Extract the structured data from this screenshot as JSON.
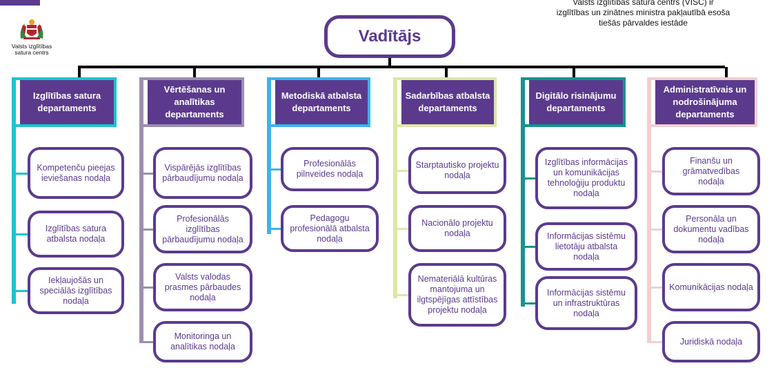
{
  "header": {
    "logo_text_line1": "Valsts izglītības",
    "logo_text_line2": "satura centrs",
    "note_line1": "Valsts izglītības satura centrs (VISC) ir",
    "note_line2": "izglītības un zinātnes ministra pakļautībā esoša",
    "note_line3": "tiešās pārvaldes iestāde"
  },
  "root": {
    "label": "Vadītājs"
  },
  "departments": [
    {
      "label": "Izglītības satura departaments",
      "color": "#1ec3cf",
      "units": [
        "Kompetenču pieejas ieviešanas nodaļa",
        "Izglītības satura atbalsta nodaļa",
        "Iekļaujošās un speciālās izglītības nodaļa"
      ]
    },
    {
      "label": "Vērtēšanas un analītikas departaments",
      "color": "#9b8fae",
      "units": [
        "Vispārējās izglītības pārbaudījumu nodaļa",
        "Profesionālās izglītības pārbaudījumu nodaļa",
        "Valsts valodas prasmes pārbaudes nodaļa",
        "Monitoringa un analītikas nodaļa"
      ]
    },
    {
      "label": "Metodiskā atbalsta departaments",
      "color": "#3bb4ea",
      "units": [
        "Profesionālās pilnveides nodaļa",
        "Pedagogu profesionālā atbalsta nodaļa"
      ]
    },
    {
      "label": "Sadarbības atbalsta departaments",
      "color": "#dde7a6",
      "units": [
        "Starptautisko projektu nodaļa",
        "Nacionālo projektu nodaļa",
        "Nemateriālā kultūras mantojuma un ilgtspējīgas attīstības projektu nodaļa"
      ]
    },
    {
      "label": "Digitālo risinājumu departaments",
      "color": "#14938f",
      "units": [
        "Izglītības informācijas un komunikācijas tehnoloģiju produktu nodaļa",
        "Informācijas sistēmu lietotāju atbalsta nodaļa",
        "Informācijas sistēmu un infrastruktūras nodaļa"
      ]
    },
    {
      "label": "Administratīvais un nodrošinājuma departaments",
      "color": "#f2cfd2",
      "units": [
        "Finanšu un grāmatvedības nodaļa",
        "Personāla un dokumentu vadības nodaļa",
        "Komunikācijas nodaļa",
        "Juridiskā nodaļa"
      ]
    }
  ]
}
